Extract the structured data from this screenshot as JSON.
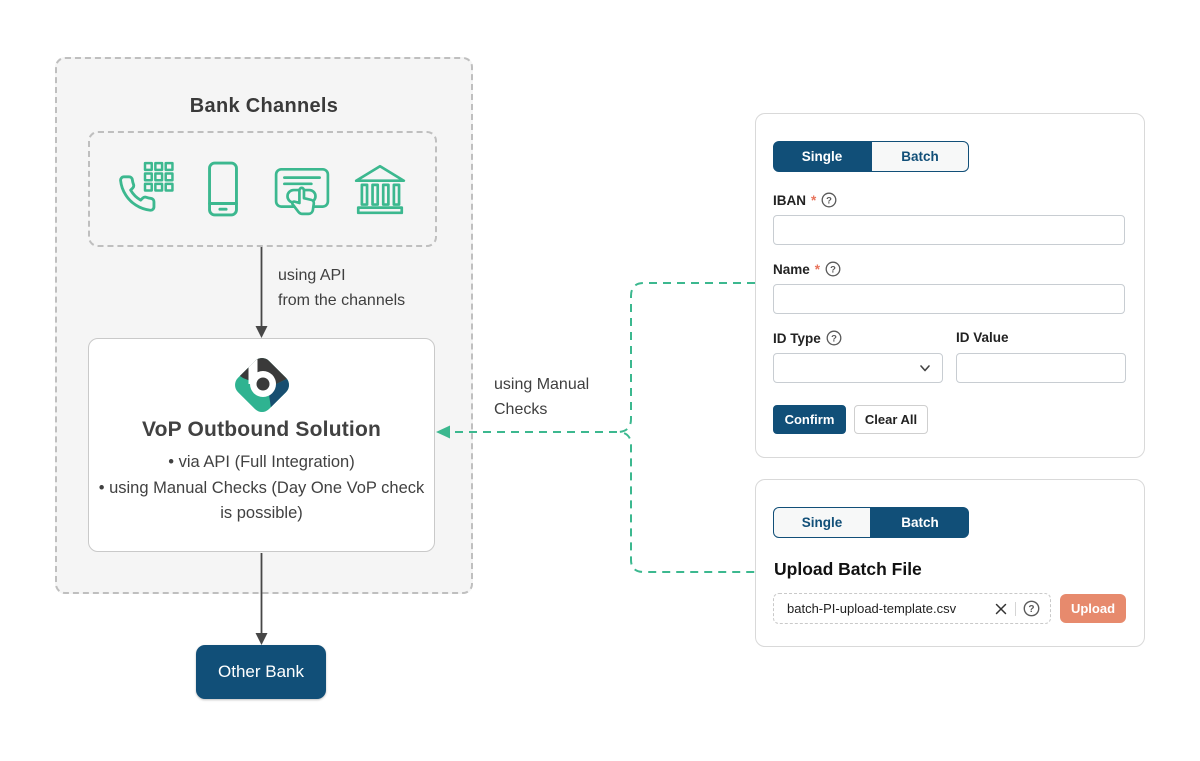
{
  "marks": {
    "required": "*"
  },
  "colors": {
    "navy": "#114f78",
    "green": "#3cb88f",
    "coral": "#e78a6d",
    "asterisk": "#e8735b",
    "panel_bg": "#f5f5f5"
  },
  "diagram": {
    "bank_channels": {
      "title": "Bank Channels",
      "icons": [
        "phone-keypad",
        "smartphone",
        "card-tap",
        "bank-building"
      ]
    },
    "api_label": {
      "line1": "using API",
      "line2": "from the channels"
    },
    "manual_label": {
      "line1": "using Manual",
      "line2": "Checks"
    },
    "vop": {
      "title": "VoP Outbound Solution",
      "bullets": [
        "via API (Full Integration)",
        "using Manual Checks (Day One VoP check is possible)"
      ]
    },
    "other_bank_label": "Other Bank"
  },
  "single_panel": {
    "tabs": {
      "single": "Single",
      "batch": "Batch"
    },
    "active_tab": "Single",
    "fields": {
      "iban": {
        "label": "IBAN",
        "value": ""
      },
      "name": {
        "label": "Name",
        "value": ""
      },
      "id_type": {
        "label": "ID Type",
        "selected": ""
      },
      "id_value": {
        "label": "ID Value",
        "value": ""
      }
    },
    "buttons": {
      "confirm": "Confirm",
      "clear": "Clear All"
    }
  },
  "batch_panel": {
    "tabs": {
      "single": "Single",
      "batch": "Batch"
    },
    "active_tab": "Batch",
    "heading": "Upload Batch File",
    "file_name": "batch-PI-upload-template.csv",
    "upload_label": "Upload"
  }
}
